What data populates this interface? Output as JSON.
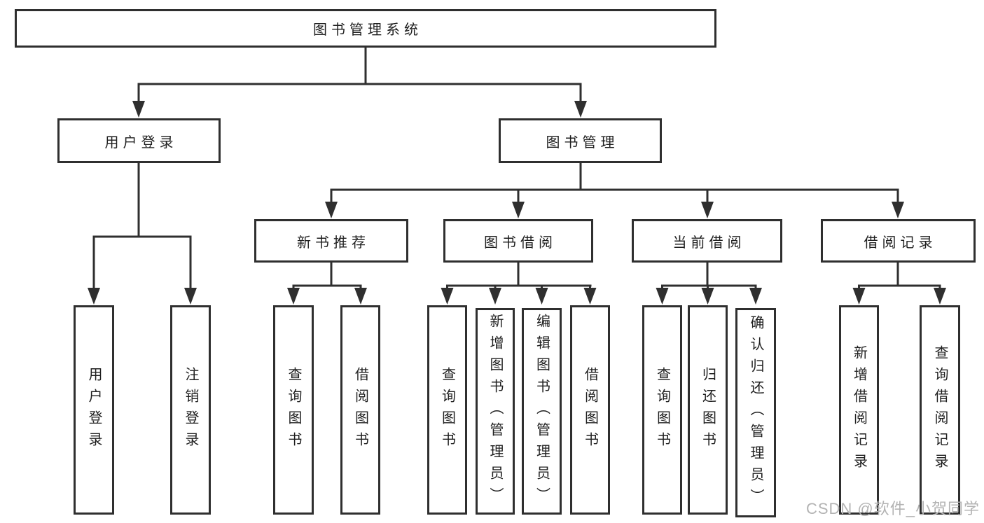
{
  "diagram": {
    "type": "hierarchy-tree",
    "orientation": "top-down",
    "tree": {
      "label": "图书管理系统",
      "children": [
        {
          "label": "用户登录",
          "children": [
            {
              "label": "用户登录",
              "orientation": "vertical"
            },
            {
              "label": "注销登录",
              "orientation": "vertical"
            }
          ]
        },
        {
          "label": "图书管理",
          "children": [
            {
              "label": "新书推荐",
              "children": [
                {
                  "label": "查询图书",
                  "orientation": "vertical"
                },
                {
                  "label": "借阅图书",
                  "orientation": "vertical"
                }
              ]
            },
            {
              "label": "图书借阅",
              "children": [
                {
                  "label": "查询图书",
                  "orientation": "vertical"
                },
                {
                  "label": "新增图书（管理员）",
                  "orientation": "vertical"
                },
                {
                  "label": "编辑图书（管理员）",
                  "orientation": "vertical"
                },
                {
                  "label": "借阅图书",
                  "orientation": "vertical"
                }
              ]
            },
            {
              "label": "当前借阅",
              "children": [
                {
                  "label": "查询图书",
                  "orientation": "vertical"
                },
                {
                  "label": "归还图书",
                  "orientation": "vertical"
                },
                {
                  "label": "确认归还（管理员）",
                  "orientation": "vertical"
                }
              ]
            },
            {
              "label": "借阅记录",
              "children": [
                {
                  "label": "新增借阅记录",
                  "orientation": "vertical"
                },
                {
                  "label": "查询借阅记录",
                  "orientation": "vertical"
                }
              ]
            }
          ]
        }
      ]
    },
    "colors": {
      "box_border": "#2f2f2f",
      "connector_line": "#2f2f2f",
      "text": "#1f1f1f",
      "background": "#ffffff",
      "watermark": "#b3b3b3"
    }
  },
  "watermark": {
    "text": "CSDN @软件_小贺同学"
  }
}
